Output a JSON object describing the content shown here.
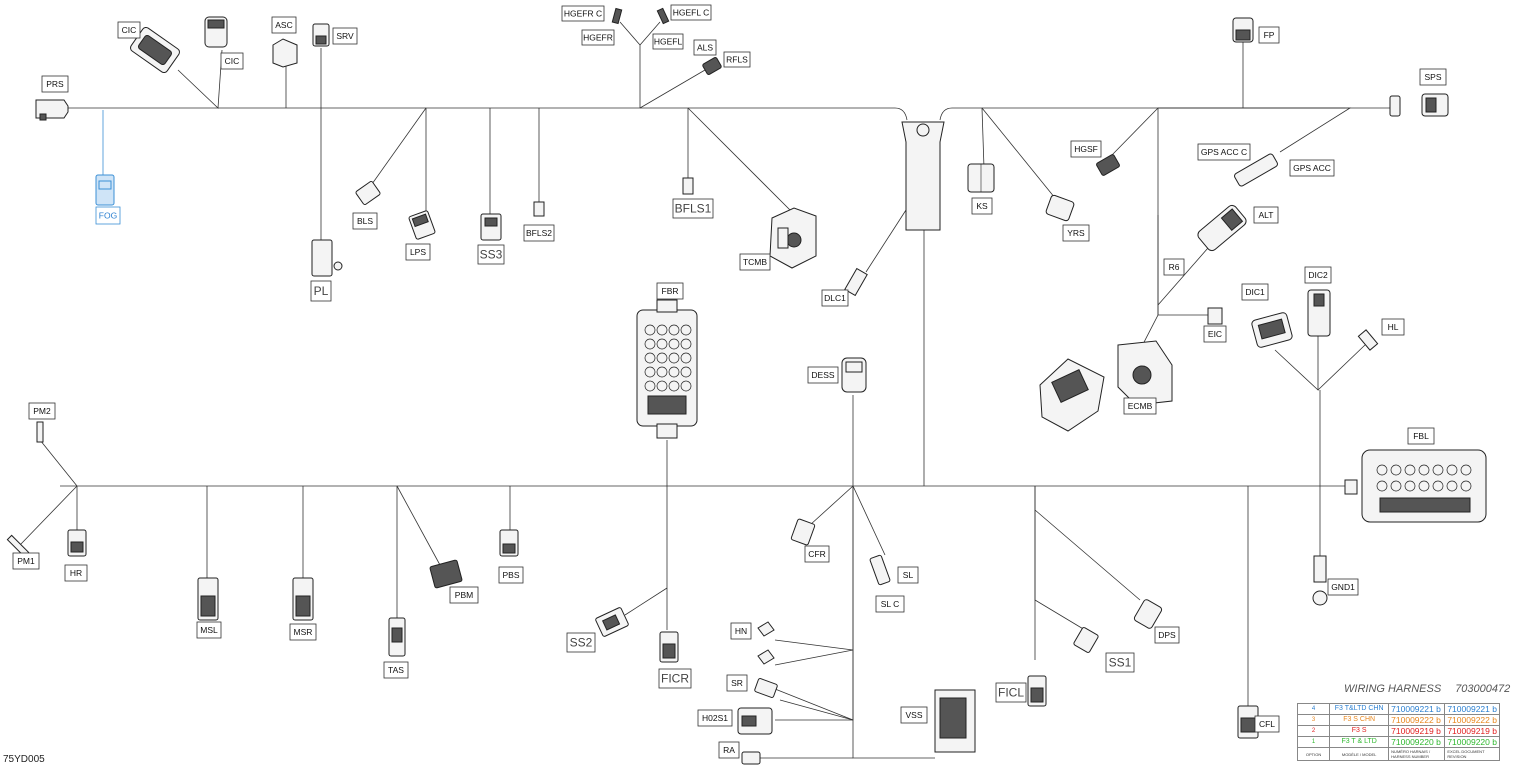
{
  "document": {
    "title": "WIRING HARNESS",
    "part_number": "703000472",
    "corner_code": "75YD005"
  },
  "labels": {
    "PRS": "PRS",
    "FOG": "FOG",
    "CIC": "CIC",
    "CIC2": "CIC",
    "ASC": "ASC",
    "SRV": "SRV",
    "PL": "PL",
    "BLS": "BLS",
    "LPS": "LPS",
    "SS3": "SS3",
    "BFLS2": "BFLS2",
    "HGEFR_C": "HGEFR C",
    "HGEFR": "HGEFR",
    "HGEFL_C": "HGEFL C",
    "HGEFL": "HGEFL",
    "ALS": "ALS",
    "RFLS": "RFLS",
    "BFLS1": "BFLS1",
    "TCMB": "TCMB",
    "DLC1": "DLC1",
    "KS": "KS",
    "YRS": "YRS",
    "HGSF": "HGSF",
    "FP": "FP",
    "SPS": "SPS",
    "GPS_ACC_C": "GPS ACC C",
    "GPS_ACC": "GPS ACC",
    "ALT": "ALT",
    "R6": "R6",
    "EIC": "EIC",
    "DIC1": "DIC1",
    "DIC2": "DIC2",
    "HL": "HL",
    "ECMB": "ECMB",
    "FBR": "FBR",
    "DESS": "DESS",
    "FBL": "FBL",
    "PM2": "PM2",
    "PM1": "PM1",
    "HR": "HR",
    "MSL": "MSL",
    "MSR": "MSR",
    "TAS": "TAS",
    "PBM": "PBM",
    "PBS": "PBS",
    "SS2": "SS2",
    "FICR": "FICR",
    "CFR": "CFR",
    "SL": "SL",
    "SL_C": "SL C",
    "HN": "HN",
    "SR": "SR",
    "H02S1": "H02S1",
    "RA": "RA",
    "VSS": "VSS",
    "FICL": "FICL",
    "SS1": "SS1",
    "DPS": "DPS",
    "GND1": "GND1",
    "CFL": "CFL"
  },
  "option_table": {
    "rows": [
      {
        "option": "4",
        "model": "F3 T&LTD CHN",
        "part": "710009221",
        "rev": "b",
        "color": "#2a7fd0"
      },
      {
        "option": "3",
        "model": "F3 S CHN",
        "part": "710009222",
        "rev": "b",
        "color": "#e8871e"
      },
      {
        "option": "2",
        "model": "F3 S",
        "part": "710009219",
        "rev": "b",
        "color": "#e02020"
      },
      {
        "option": "1",
        "model": "F3 T & LTD",
        "part": "710009220",
        "rev": "b",
        "color": "#2fb82f"
      }
    ],
    "headers": {
      "option": "OPTION",
      "model": "MODÈLE / MODEL",
      "part": "NUMÉRO HARNAIS / HARNESS NUMBER",
      "rev": "EXCEL DOCUMENT REVISION"
    }
  },
  "colors": {
    "ink": "#222222",
    "accent_blue": "#3b8fd6"
  }
}
